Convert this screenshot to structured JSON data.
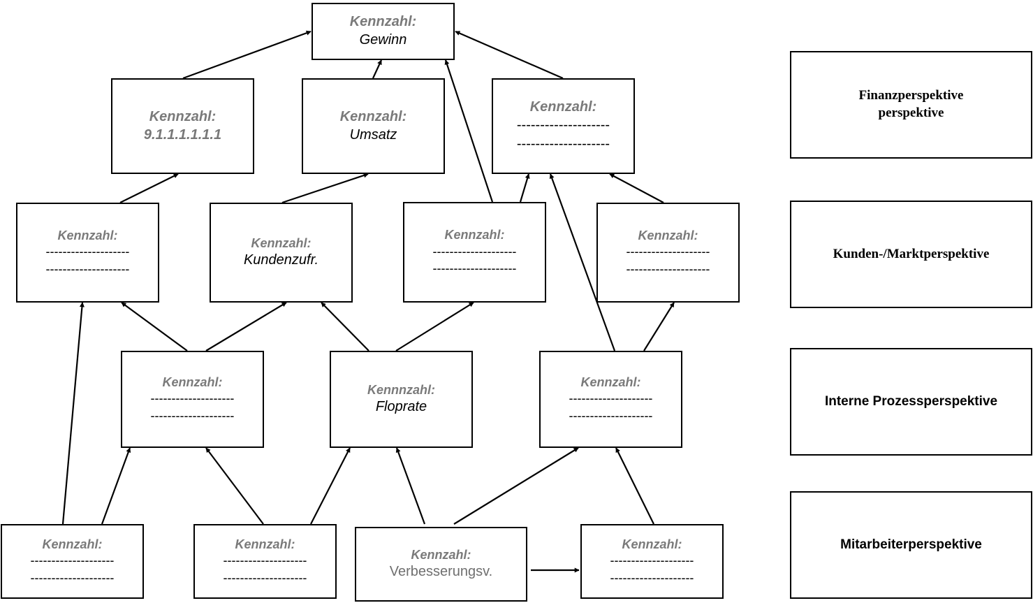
{
  "nodes": {
    "gewinn": {
      "label": "Kennzahl:",
      "value": "Gewinn"
    },
    "zahl": {
      "label": "Kennzahl:",
      "value": "9.1.1.1.1.1.1"
    },
    "umsatz": {
      "label": "Kennzahl:",
      "value": "Umsatz"
    },
    "fin3": {
      "label": "Kennzahl:",
      "value1": "--------------------",
      "value2": "--------------------"
    },
    "kunde1": {
      "label": "Kennzahl:",
      "value1": "--------------------",
      "value2": "--------------------"
    },
    "kundenzufr": {
      "label": "Kennzahl:",
      "value": "Kundenzufr."
    },
    "kunde3": {
      "label": "Kennzahl:",
      "value1": "--------------------",
      "value2": "--------------------"
    },
    "kunde4": {
      "label": "Kennzahl:",
      "value1": "--------------------",
      "value2": "--------------------"
    },
    "prozess1": {
      "label": "Kennzahl:",
      "value1": "--------------------",
      "value2": "--------------------"
    },
    "floprate": {
      "label": "Kennnzahl:",
      "value": "Floprate"
    },
    "prozess3": {
      "label": "Kennzahl:",
      "value1": "--------------------",
      "value2": "--------------------"
    },
    "ma1": {
      "label": "Kennzahl:",
      "value1": "--------------------",
      "value2": "--------------------"
    },
    "ma2": {
      "label": "Kennzahl:",
      "value1": "--------------------",
      "value2": "--------------------"
    },
    "verbesserung": {
      "label": "Kennzahl:",
      "value": "Verbesserungsv."
    },
    "ma4": {
      "label": "Kennzahl:",
      "value1": "--------------------",
      "value2": "--------------------"
    }
  },
  "perspectives": {
    "finanz": {
      "line1": "Finanzperspektive",
      "line2": "perspektive"
    },
    "kunden": "Kunden-/Marktperspektive",
    "prozess": "Interne Prozessperspektive",
    "mitarbeiter": "Mitarbeiterperspektive"
  }
}
